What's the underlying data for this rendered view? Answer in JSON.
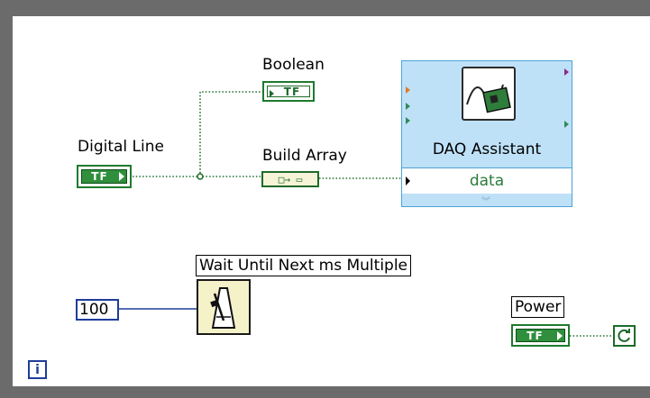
{
  "diagram": {
    "boolean_label": "Boolean",
    "boolean_glyph": "TF",
    "digital_line_label": "Digital Line",
    "digital_line_glyph": "TF",
    "build_array_label": "Build Array",
    "daq": {
      "title": "DAQ Assistant",
      "data_label": "data"
    },
    "wait": {
      "label": "Wait Until Next ms Multiple"
    },
    "constant_value": "100",
    "power_label": "Power",
    "power_glyph": "TF",
    "iteration_glyph": "i",
    "colors": {
      "frame": "#6b6b6b",
      "boolean_wire": "#1e6b2a",
      "numeric_wire": "#1e3d9a",
      "daq_fill": "#bfe1f7"
    }
  }
}
